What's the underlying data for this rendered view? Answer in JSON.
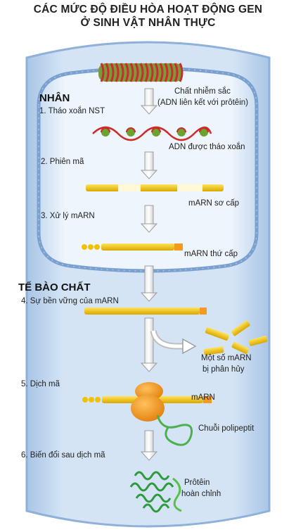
{
  "title": {
    "line1": "CÁC MỨC ĐỘ ĐIỀU HÒA HOẠT ĐỘNG GEN",
    "line2": "Ở SINH VẬT NHÂN THỰC"
  },
  "sections": {
    "nucleus": "NHÂN",
    "cytoplasm": "TẾ BÀO CHẤT"
  },
  "steps": [
    "1. Tháo xoắn NST",
    "2. Phiên mã",
    "3. Xử lý mARN",
    "4. Sự bền vững của mARN",
    "5. Dịch mã",
    "6. Biến đổi sau dịch mã"
  ],
  "labels": {
    "chromatin_line1": "Chất nhiễm sắc",
    "chromatin_line2": "(ADN liên kết với prôtêin)",
    "dna_unwound": "ADN được tháo xoắn",
    "primary_mrna": "mARN sơ cấp",
    "mature_mrna": "mARN thứ cấp",
    "degraded_line1": "Một số mARN",
    "degraded_line2": "bị phân hủy",
    "mrna": "mARN",
    "polypeptide": "Chuỗi polipeptit",
    "protein_line1": "Prôtêin",
    "protein_line2": "hoàn chỉnh"
  },
  "colors": {
    "cell_fill": "#c6d9ee",
    "nucleus_fill": "#e3eef9",
    "nucleus_border": "#6f95c4",
    "mrna": "#f2c200",
    "ribosome": "#f39a1f",
    "polypeptide": "#4caf50",
    "dna_red": "#cc2c2c",
    "dna_green": "#5b9a2a"
  }
}
